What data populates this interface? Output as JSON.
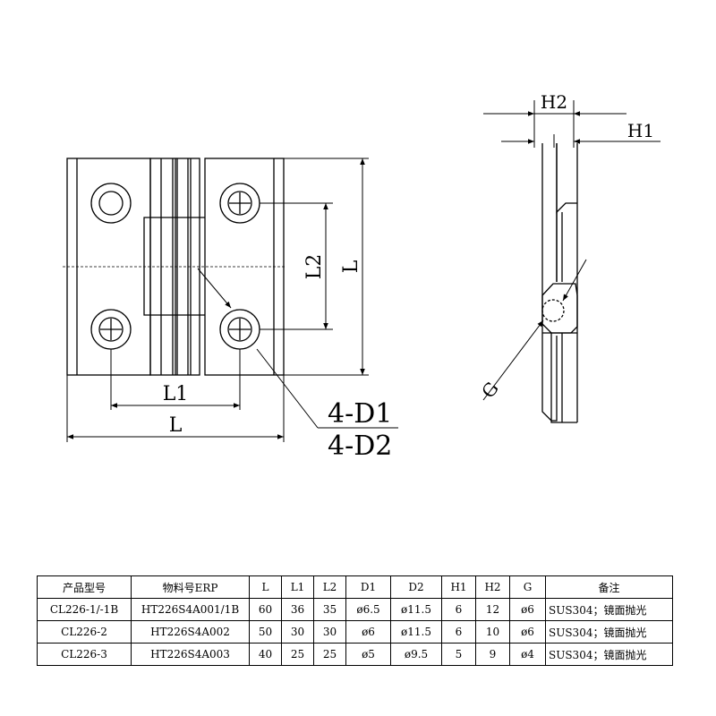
{
  "labels": {
    "front_width": "L",
    "front_hole_spacing_h": "L1",
    "front_hole_spacing_v": "L2",
    "front_height": "L",
    "hole_callout_top": "4-D1",
    "hole_callout_bottom": "4-D2",
    "side_h2": "H2",
    "side_h1": "H1",
    "side_pin": "G"
  },
  "table": {
    "headers": [
      "产品型号",
      "物料号ERP",
      "L",
      "L1",
      "L2",
      "D1",
      "D2",
      "H1",
      "H2",
      "G",
      "备注"
    ],
    "rows": [
      [
        "CL226-1/-1B",
        "HT226S4A001/1B",
        "60",
        "36",
        "35",
        "ø6.5",
        "ø11.5",
        "6",
        "12",
        "ø6",
        "SUS304；镜面抛光"
      ],
      [
        "CL226-2",
        "HT226S4A002",
        "50",
        "30",
        "30",
        "ø6",
        "ø11.5",
        "6",
        "10",
        "ø6",
        "SUS304；镜面抛光"
      ],
      [
        "CL226-3",
        "HT226S4A003",
        "40",
        "25",
        "25",
        "ø5",
        "ø9.5",
        "5",
        "9",
        "ø4",
        "SUS304；镜面抛光"
      ]
    ]
  }
}
